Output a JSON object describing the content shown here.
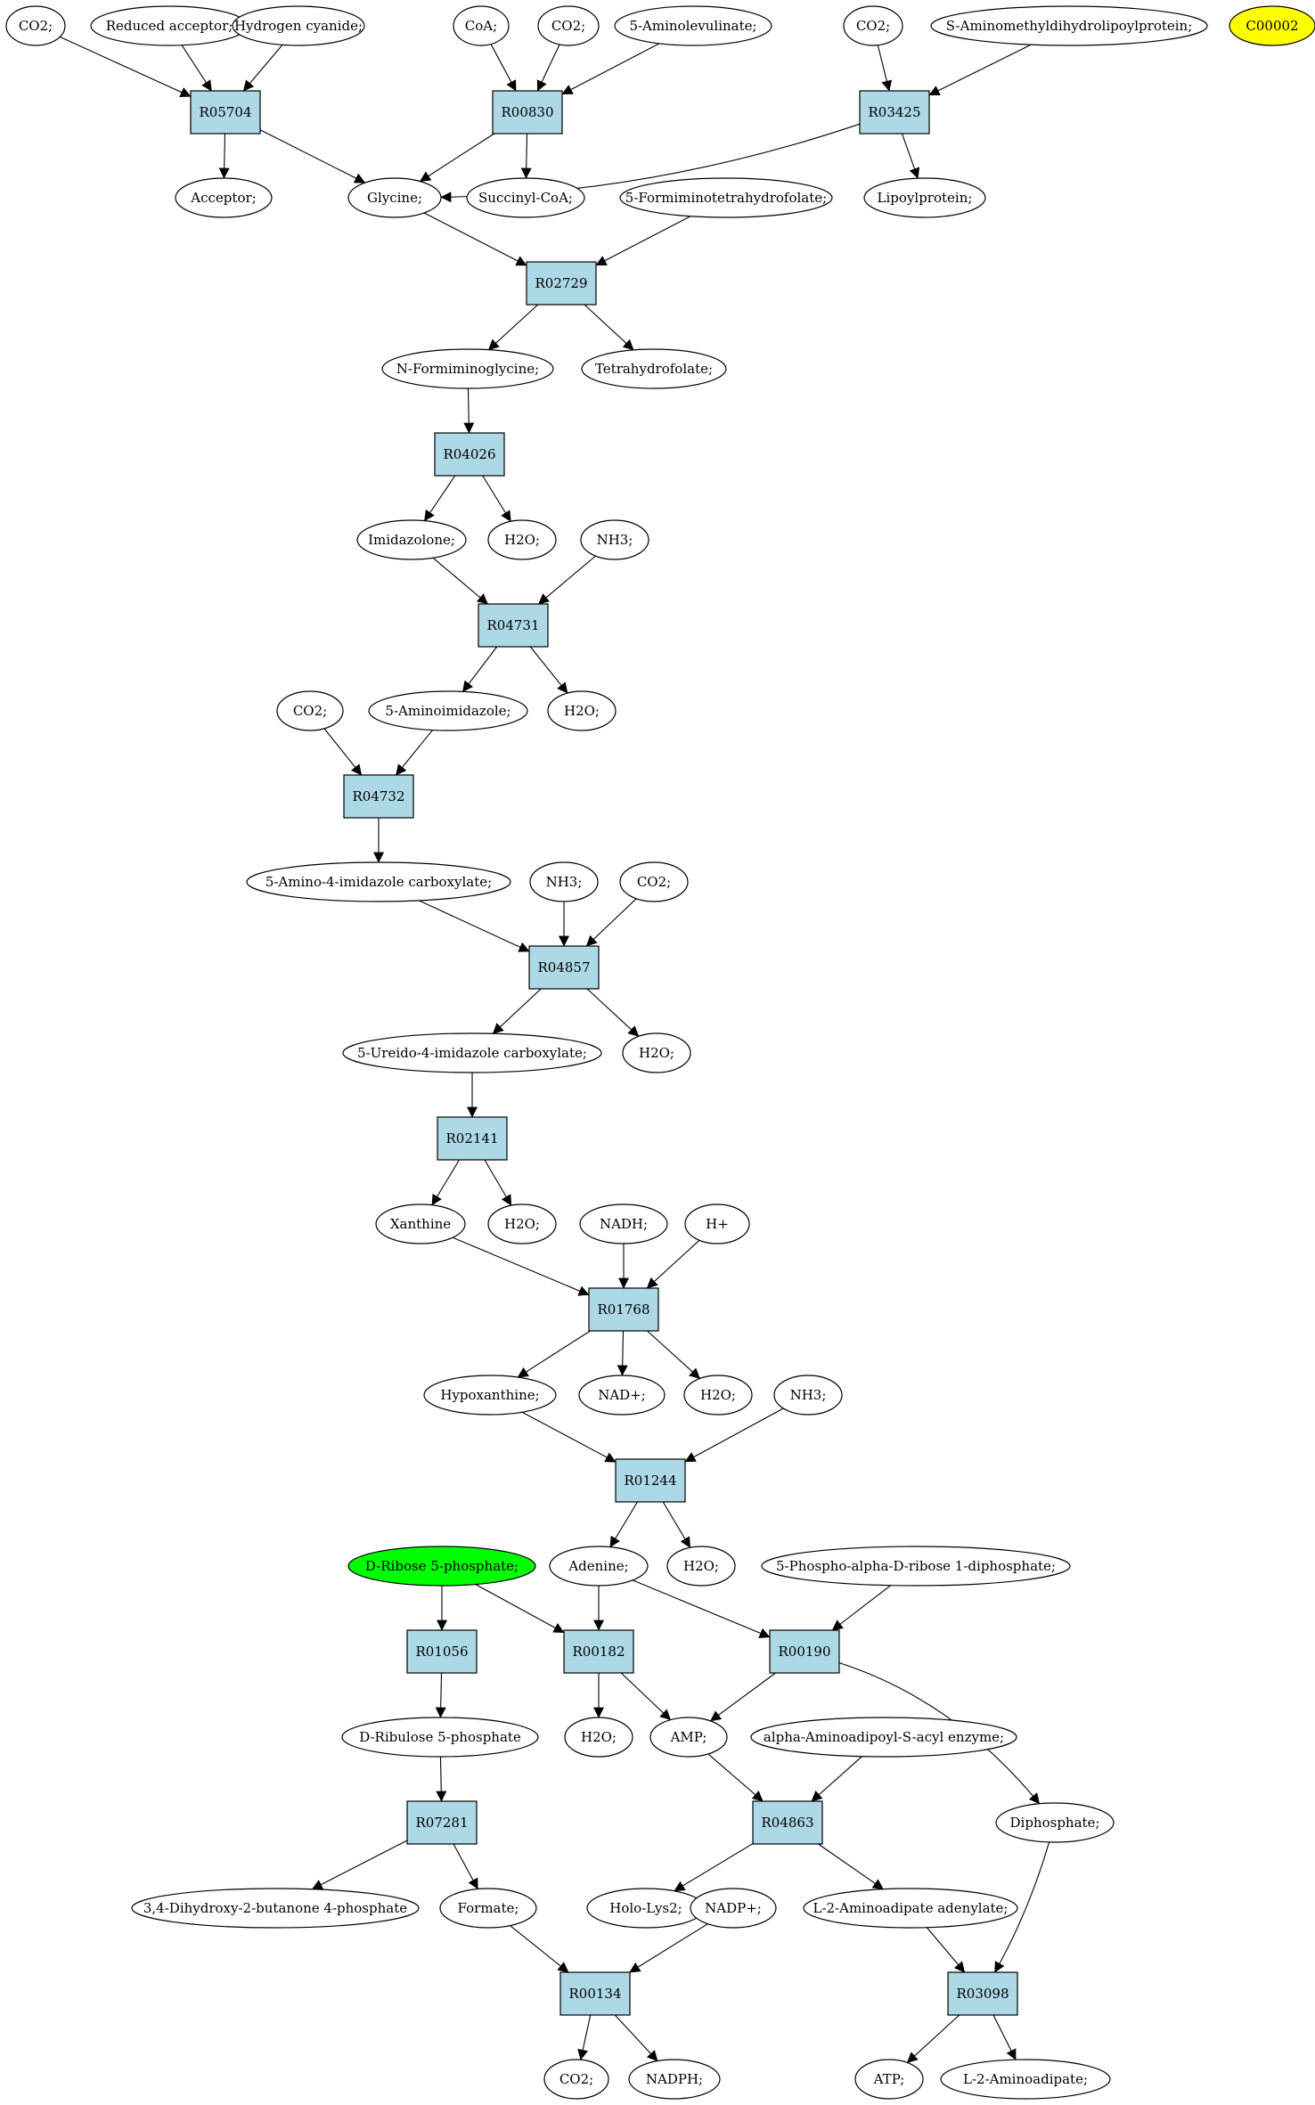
{
  "colors": {
    "reaction_fill": "#add8e6",
    "compound_fill": "#ffffff",
    "start_fill": "#00ff00",
    "highlight_fill": "#ffff00",
    "stroke": "#000000"
  },
  "nodes": {
    "co2_a": "CO2;",
    "redacc": "Reduced acceptor;",
    "hcn": "Hydrogen cyanide;",
    "coa": "CoA;",
    "co2_b": "CO2;",
    "ala": "5-Aminolevulinate;",
    "co2_c": "CO2;",
    "samdl": "S-Aminomethyldihydrolipoylprotein;",
    "c00002": "C00002",
    "R05704": "R05704",
    "R00830": "R00830",
    "R03425": "R03425",
    "acceptor": "Acceptor;",
    "glycine": "Glycine;",
    "succoa": "Succinyl-CoA;",
    "fthf": "5-Formiminotetrahydrofolate;",
    "lipoyl": "Lipoylprotein;",
    "R02729": "R02729",
    "nfg": "N-Formiminoglycine;",
    "thf": "Tetrahydrofolate;",
    "R04026": "R04026",
    "imid": "Imidazolone;",
    "h2o_a": "H2O;",
    "nh3_a": "NH3;",
    "R04731": "R04731",
    "co2_d": "CO2;",
    "aimid": "5-Aminoimidazole;",
    "h2o_b": "H2O;",
    "R04732": "R04732",
    "aica": "5-Amino-4-imidazole carboxylate;",
    "nh3_b": "NH3;",
    "co2_e": "CO2;",
    "R04857": "R04857",
    "uica": "5-Ureido-4-imidazole carboxylate;",
    "h2o_c": "H2O;",
    "R02141": "R02141",
    "xanthine": "Xanthine",
    "h2o_d": "H2O;",
    "nadh": "NADH;",
    "hplus": "H+",
    "R01768": "R01768",
    "hypox": "Hypoxanthine;",
    "nadp_ox": "NAD+;",
    "h2o_e": "H2O;",
    "nh3_c": "NH3;",
    "R01244": "R01244",
    "r5p": "D-Ribose 5-phosphate;",
    "adenine": "Adenine;",
    "h2o_f": "H2O;",
    "prpp": "5-Phospho-alpha-D-ribose 1-diphosphate;",
    "R01056": "R01056",
    "R00182": "R00182",
    "R00190": "R00190",
    "ru5p": "D-Ribulose 5-phosphate",
    "h2o_g": "H2O;",
    "amp": "AMP;",
    "aasae": "alpha-Aminoadipoyl-S-acyl enzyme;",
    "R07281": "R07281",
    "R04863": "R04863",
    "diphos": "Diphosphate;",
    "dhbp": "3,4-Dihydroxy-2-butanone 4-phosphate",
    "formate": "Formate;",
    "hololys": "Holo-Lys2;",
    "nadpp": "NADP+;",
    "l2aade": "L-2-Aminoadipate adenylate;",
    "R00134": "R00134",
    "R03098": "R03098",
    "co2_f": "CO2;",
    "nadph": "NADPH;",
    "atp": "ATP;",
    "l2aa": "L-2-Aminoadipate;"
  }
}
